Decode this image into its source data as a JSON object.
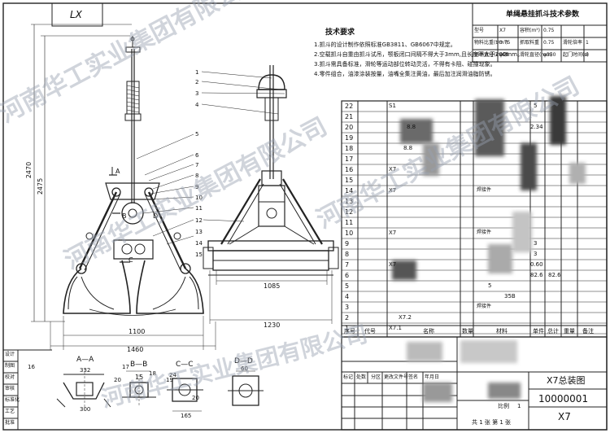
{
  "drawing_code_box": "LX",
  "tech_req": {
    "title": "技术要求",
    "lines": [
      "1.抓斗的设计制作依照标准GB3811、GB6067中规定。",
      "2.空载抓斗自重由抓斗试吊，颚板闭口间隔不得大于3mm,且长度不大于200mm。",
      "3.抓斗需具备标准，滑轮等运动部位转动灵活，不得有卡阻、碰撞现象。",
      "4.零件组合，油漆涂装按量，油嘴全集注黄油，最后加注润滑油脂防锈。"
    ]
  },
  "params": {
    "title": "单绳悬挂抓斗技术参数",
    "rows": [
      [
        "型号",
        "X7",
        "容积(m³)",
        "0.75",
        "",
        ""
      ],
      [
        "物料比重(t/m³)",
        "0.75",
        "抓取料重",
        "0.75",
        "滑轮倍率",
        "1"
      ],
      [
        "钢绳直径(mm)",
        "φ15",
        "滑轮直径(mm)",
        "φ350",
        "起门时间(s)",
        "8"
      ]
    ]
  },
  "dims": {
    "total_height_outer": "2470",
    "total_height_inner": "2475",
    "width_open": "1460",
    "width_closed": "1100",
    "side_width_top": "1085",
    "side_width_bottom": "1230"
  },
  "section_labels": {
    "a_mark": "A",
    "b_mark": "B",
    "c_mark": "C",
    "d_mark": "D",
    "aa": "A—A",
    "bb": "B—B",
    "cc": "C—C",
    "dd": "D—D",
    "aa_dim": "332",
    "aa_dim2": "300",
    "bb_dim": "15",
    "bb_dim2": "20",
    "cc_dim": "24",
    "cc_dim2": "165",
    "dd_dim": "60"
  },
  "callouts": [
    "1",
    "2",
    "3",
    "4",
    "5",
    "6",
    "7",
    "8",
    "9",
    "10",
    "11",
    "12",
    "13",
    "14",
    "15",
    "16",
    "17",
    "18",
    "19",
    "20"
  ],
  "bom": {
    "row_numbers": [
      "22",
      "21",
      "20",
      "19",
      "18",
      "17",
      "16",
      "15",
      "14",
      "13",
      "12",
      "11",
      "10",
      "9",
      "8",
      "7",
      "6",
      "5",
      "4",
      "3",
      "2",
      "1"
    ],
    "visible_names": {
      "22": "S1",
      "21": "",
      "20": "",
      "19": "",
      "18": "",
      "17": "",
      "16": "X7",
      "15": "",
      "14": "X7",
      "13": "",
      "12": "",
      "11": "",
      "10": "X7",
      "9": "",
      "8": "",
      "7": "X7",
      "6": "",
      "5": "",
      "4": "",
      "3": "",
      "2": "",
      "1": "X7.1"
    },
    "visible_extras": {
      "r22_b": "5",
      "r20_b": "2.34",
      "r20_a": "8.8",
      "r18_a": "8.8",
      "r9_b": "3",
      "r8_b": "3",
      "r7_b": "0.60",
      "r6_b": "82.6",
      "r6_c": "82.6",
      "r5_a": "5",
      "r4_a": "35B",
      "r10_a": "焊接件",
      "r14_a": "焊接件",
      "r2_a": "X7.2",
      "r3_a": "焊接件"
    },
    "header": [
      "序号",
      "代号",
      "名称",
      "数量",
      "材料",
      "单件",
      "总计",
      "重量",
      "备注"
    ]
  },
  "title_block": {
    "drawing_name": "X7总装图",
    "drawing_number": "10000001",
    "model": "X7",
    "left_labels": [
      "设计",
      "制图",
      "校对",
      "审核",
      "标准化",
      "工艺",
      "批准"
    ],
    "row_labels": [
      "标记",
      "处数",
      "分区",
      "更改文件号",
      "签名",
      "年月日"
    ],
    "weight_label": "比例",
    "small_a": "1",
    "page": "共 1 张 第 1 张"
  },
  "watermark": {
    "lines": [
      "河南华工实业集团有限公司",
      "河南华工实业集团有限公司",
      "河南华工实业集团有限公司",
      "河南华工实业集团有限公司"
    ]
  }
}
